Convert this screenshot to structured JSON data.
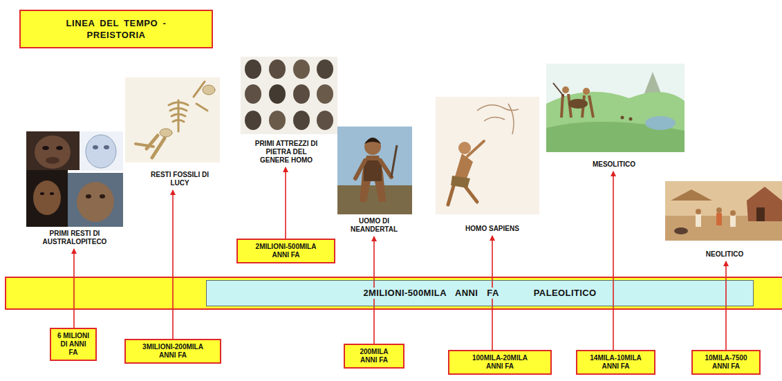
{
  "diagram": {
    "title": "LINEA DEL TEMPO - PREISTORIA",
    "nodes": [
      {
        "text": [
          "2MILIONI-500MILA ANNI FA"
        ]
      },
      {
        "text": [
          "2MILIONI-500MILA ANNI FA",
          "PALEOLITICO"
        ]
      },
      {
        "text": [
          "6 MILIONI DI ANNI FA"
        ]
      },
      {
        "text": [
          "3MILIONI-200MILA ANNI FA"
        ]
      },
      {
        "text": [
          "200MILA ANNI FA"
        ]
      },
      {
        "text": [
          "100MILA-20MILA ANNI FA"
        ]
      },
      {
        "text": [
          "14MILA-10MILA ANNI FA"
        ]
      },
      {
        "text": [
          "10MILA-7500 ANNI FA"
        ]
      }
    ],
    "labels": [
      "PRIMI RESTI DI AUSTRALOPITECO",
      "RESTI FOSSILI DI LUCY",
      "PRIMI ATTREZZI DI PIETRA DEL GENERE HOMO",
      "UOMO DI NEANDERTAL",
      "HOMO SAPIENS",
      "MESOLITICO",
      "NEOLITICO"
    ]
  }
}
